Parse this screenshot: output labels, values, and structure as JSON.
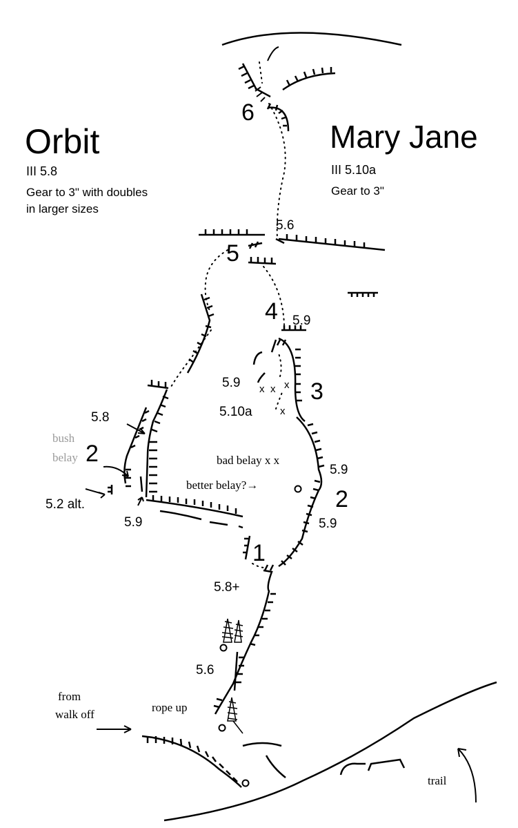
{
  "routes": {
    "orbit": {
      "name": "Orbit",
      "grade": "III 5.8",
      "gear_line1": "Gear to 3\" with doubles",
      "gear_line2": "in larger sizes"
    },
    "mary_jane": {
      "name": "Mary Jane",
      "grade": "III 5.10a",
      "gear": "Gear to 3\""
    }
  },
  "pitches": {
    "p1": "1",
    "p2_mj": "2",
    "p2_orbit": "2",
    "p3": "3",
    "p4": "4",
    "p5": "5",
    "p6": "6"
  },
  "grades": {
    "g_5_6_top": "5.6",
    "g_5_9_p4": "5.9",
    "g_5_9_p3": "5.9",
    "g_5_10a": "5.10a",
    "g_5_8_orbit": "5.8",
    "g_5_9_orbit": "5.9",
    "g_5_2_alt": "5.2 alt.",
    "g_5_9_mj_a": "5.9",
    "g_5_9_mj_b": "5.9",
    "g_5_8_plus": "5.8+",
    "g_5_6_low": "5.6"
  },
  "annotations": {
    "bush": "bush",
    "belay": "belay",
    "bad_belay": "bad belay x x",
    "better_belay": "better belay?→",
    "from": "from",
    "walk_off": "walk off",
    "rope_up": "rope up",
    "trail": "trail"
  },
  "bolt_marks": {
    "mark": "x"
  },
  "colors": {
    "ink": "#000000",
    "faded": "#9a9a9a",
    "background": "#ffffff"
  }
}
